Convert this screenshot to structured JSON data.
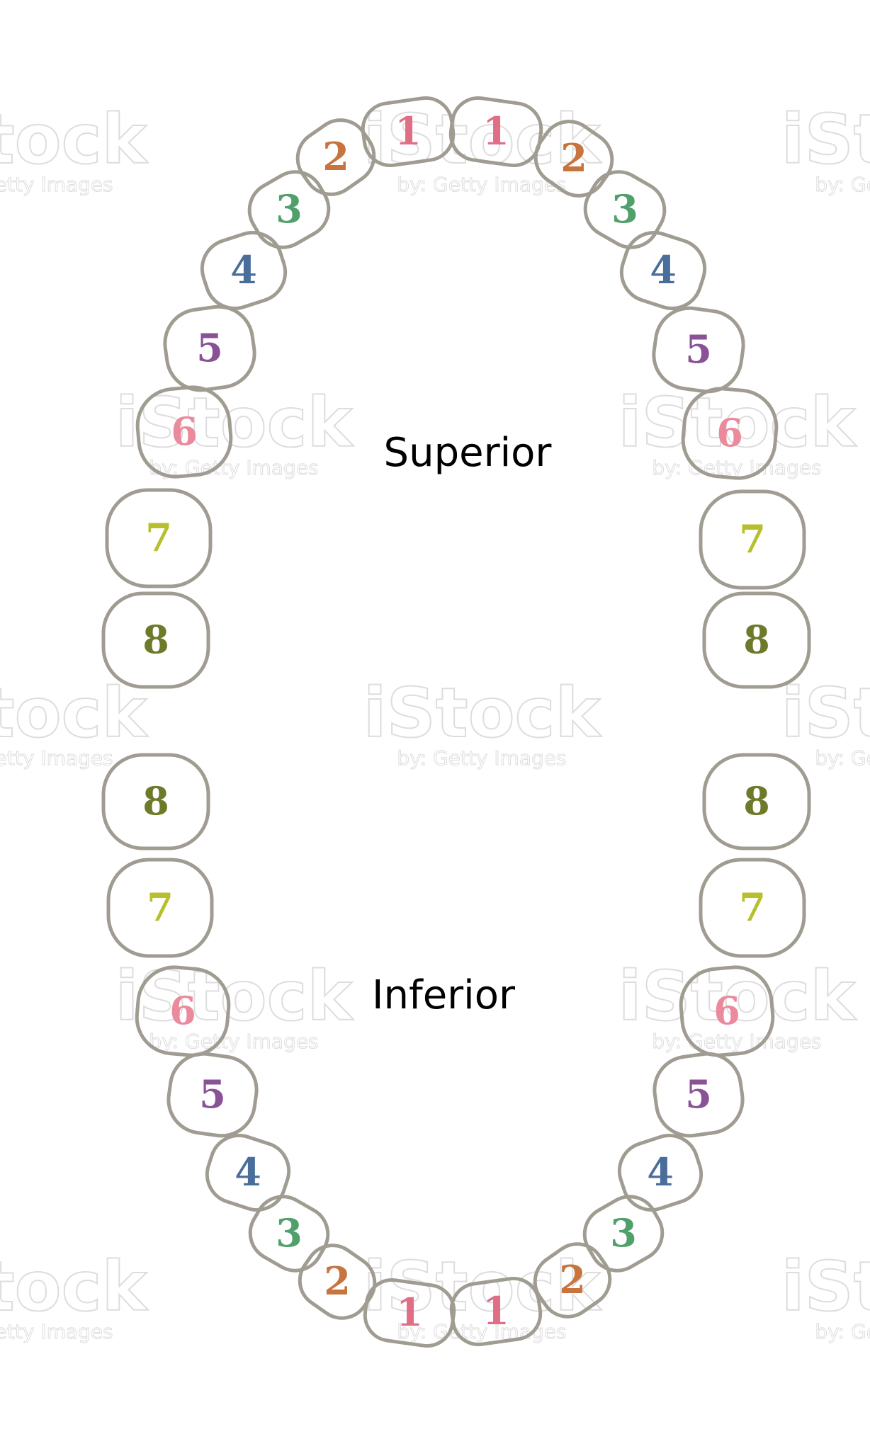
{
  "labels": {
    "upper": "Superior",
    "lower": "Inferior"
  },
  "tooth_colors": {
    "1": "#e06f86",
    "2": "#c8743e",
    "3": "#4fa06a",
    "4": "#4a6e9c",
    "5": "#8a5296",
    "6": "#ea8a9c",
    "7": "#b8bf2e",
    "8": "#6e7a2a"
  },
  "outline_color": "#a09c92",
  "watermark": {
    "brand": "iStock",
    "credit": "by: Getty Images"
  },
  "upper_arch": [
    {
      "side": "left",
      "number": "1"
    },
    {
      "side": "right",
      "number": "1"
    },
    {
      "side": "left",
      "number": "2"
    },
    {
      "side": "right",
      "number": "2"
    },
    {
      "side": "left",
      "number": "3"
    },
    {
      "side": "right",
      "number": "3"
    },
    {
      "side": "left",
      "number": "4"
    },
    {
      "side": "right",
      "number": "4"
    },
    {
      "side": "left",
      "number": "5"
    },
    {
      "side": "right",
      "number": "5"
    },
    {
      "side": "left",
      "number": "6"
    },
    {
      "side": "right",
      "number": "6"
    },
    {
      "side": "left",
      "number": "7"
    },
    {
      "side": "right",
      "number": "7"
    },
    {
      "side": "left",
      "number": "8"
    },
    {
      "side": "right",
      "number": "8"
    }
  ],
  "lower_arch": [
    {
      "side": "left",
      "number": "8"
    },
    {
      "side": "right",
      "number": "8"
    },
    {
      "side": "left",
      "number": "7"
    },
    {
      "side": "right",
      "number": "7"
    },
    {
      "side": "left",
      "number": "6"
    },
    {
      "side": "right",
      "number": "6"
    },
    {
      "side": "left",
      "number": "5"
    },
    {
      "side": "right",
      "number": "5"
    },
    {
      "side": "left",
      "number": "4"
    },
    {
      "side": "right",
      "number": "4"
    },
    {
      "side": "left",
      "number": "3"
    },
    {
      "side": "right",
      "number": "3"
    },
    {
      "side": "left",
      "number": "2"
    },
    {
      "side": "right",
      "number": "2"
    },
    {
      "side": "left",
      "number": "1"
    },
    {
      "side": "right",
      "number": "1"
    }
  ]
}
